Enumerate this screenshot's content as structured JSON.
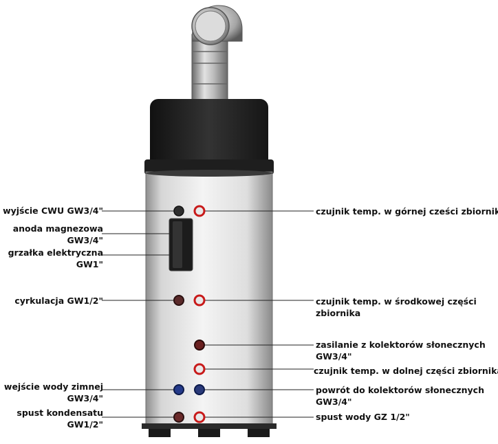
{
  "colors": {
    "tank_body": "#e9e9e9",
    "tank_cap": "#262626",
    "pipe": "#c4c4c4",
    "leader": "#222222",
    "hot_port": "#c81a1a",
    "cold_port": "#1e3aa0",
    "dark_port": "#3a3a3a",
    "anode_block": "#1c1c1c"
  },
  "icons": {
    "port": "connector-circle-icon",
    "chimney": "flue-pipe-icon",
    "anode": "anode-housing-icon"
  },
  "labels": {
    "left": {
      "cwu_out": "wyjście CWU GW3/4\"",
      "anode_1": "anoda magnezowa",
      "anode_2": "GW3/4\"",
      "heater_1": "grzałka elektryczna",
      "heater_2": "GW1\"",
      "circulation": "cyrkulacja GW1/2\"",
      "cold_in_1": "wejście wody zimnej",
      "cold_in_2": "GW3/4\"",
      "condensate_1": "spust kondensatu",
      "condensate_2": "GW1/2\""
    },
    "right": {
      "sensor_top": "czujnik temp. w górnej cześci zbiornika",
      "sensor_mid_1": "czujnik temp. w środkowej części",
      "sensor_mid_2": "zbiornika",
      "solar_supply_1": "zasilanie z kolektorów słonecznych",
      "solar_supply_2": "GW3/4\"",
      "sensor_bottom": "czujnik temp. w dolnej części zbiornika",
      "solar_return_1": "powrót do kolektorów słonecznych",
      "solar_return_2": "GW3/4\"",
      "drain": "spust wody GZ 1/2\""
    }
  }
}
